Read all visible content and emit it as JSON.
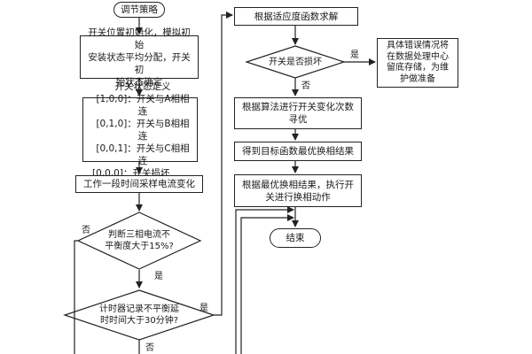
{
  "nodes": {
    "start": "调节策略",
    "init": [
      "开关位置初始化，模拟初始",
      "安装状态平均分配，开关初",
      "始状态确定"
    ],
    "state_def": {
      "title": "开关状态定义",
      "lines": [
        "[1,0,0]：开关与A相相连",
        "[0,1,0]：开关与B相相连",
        "[0,0,1]：开关与C相相连",
        "[0,0,0]：开关损坏"
      ]
    },
    "sample": "工作一段时间采样电流变化",
    "decision_unbalance": [
      "判断三相电流不",
      "平衡度大于15%?"
    ],
    "decision_timer": [
      "计时器记录不平衡延",
      "时时间大于30分钟?"
    ],
    "solve": "根据适应度函数求解",
    "decision_broken": "开关是否损坏",
    "error_note": [
      "具体错误情况将",
      "在数据处理中心",
      "留底存储，为维",
      "护做准备"
    ],
    "optimize": [
      "根据算法进行开关变化次数",
      "寻优"
    ],
    "result": "得到目标函数最优换相结果",
    "execute": [
      "根据最优换相结果，执行开",
      "关进行换相动作"
    ],
    "end": "结束"
  },
  "edge_labels": {
    "yes_unbalance": "是",
    "no_unbalance": "否",
    "yes_timer": "是",
    "no_timer": "否",
    "yes_broken": "是",
    "no_broken": "否"
  }
}
